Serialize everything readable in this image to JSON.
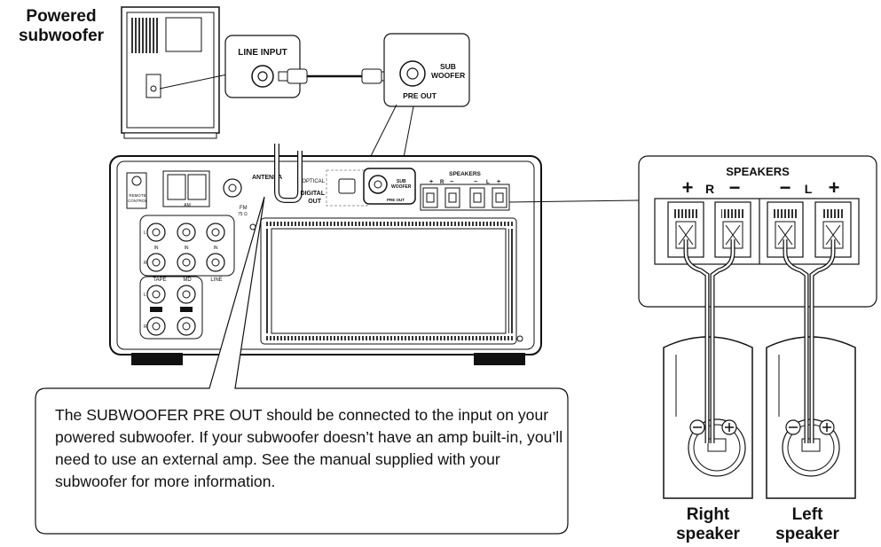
{
  "labels": {
    "powered_subwoofer_line1": "Powered",
    "powered_subwoofer_line2": "subwoofer",
    "line_input": "LINE INPUT",
    "sub": "SUB",
    "woofer": "WOOFER",
    "pre_out": "PRE OUT",
    "antenna": "ANTENNA",
    "optical": "OPTICAL",
    "digital": "DIGITAL",
    "out": "OUT",
    "speakers": "SPEAKERS",
    "remote": "REMOTE",
    "control": "CONTROL",
    "am": "AM",
    "fm": "FM",
    "fm_ohm": "75 Ω",
    "in": "IN",
    "tape": "TAPE",
    "md": "MD",
    "line": "LINE",
    "l": "L",
    "r": "R",
    "plus": "+",
    "minus": "−",
    "right_speaker_line1": "Right",
    "right_speaker_line2": "speaker",
    "left_speaker_line1": "Left",
    "left_speaker_line2": "speaker"
  },
  "callout": "The SUBWOOFER PRE OUT should be connected to the input on your powered subwoofer. If your subwoofer doesn’t have an amp built-in, you’ll need to use an external amp. See the manual supplied with your subwoofer for more information."
}
